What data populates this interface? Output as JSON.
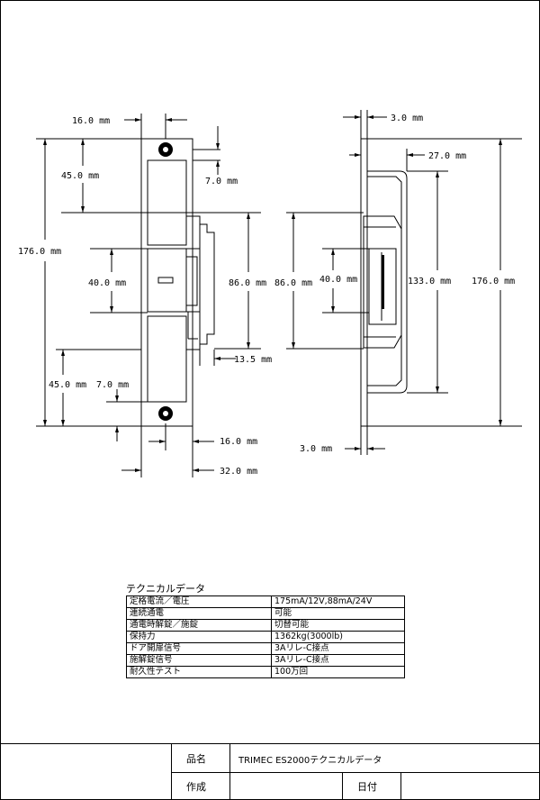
{
  "dimensions": {
    "front_width_16": "16.0 mm",
    "front_upper_45": "45.0 mm",
    "front_upper_7": "7.0 mm",
    "front_total_176": "176.0 mm",
    "front_middle_40": "40.0 mm",
    "front_86": "86.0 mm",
    "front_depth_13_5": "13.5 mm",
    "front_lower_45": "45.0 mm",
    "front_lower_7": "7.0 mm",
    "front_bottom_16": "16.0 mm",
    "front_bottom_32": "32.0 mm",
    "side_plate_3_top": "3.0 mm",
    "side_depth_27": "27.0 mm",
    "side_86": "86.0 mm",
    "side_40": "40.0 mm",
    "side_133": "133.0 mm",
    "side_total_176": "176.0 mm",
    "side_plate_3_bottom": "3.0 mm"
  },
  "technical_data": {
    "title": "テクニカルデータ",
    "rows": [
      {
        "label": "定格電流／電圧",
        "value": "175mA/12V,88mA/24V"
      },
      {
        "label": "連続通電",
        "value": "可能"
      },
      {
        "label": "通電時解錠／施錠",
        "value": "切替可能"
      },
      {
        "label": "保持力",
        "value": "1362kg(3000lb)"
      },
      {
        "label": "ドア開扉信号",
        "value": "3Aリレ-C接点"
      },
      {
        "label": "施解錠信号",
        "value": "3Aリレ-C接点"
      },
      {
        "label": "耐久性テスト",
        "value": "100万回"
      }
    ]
  },
  "title_block": {
    "name_label": "品名",
    "name_value": "TRIMEC ES2000テクニカルデータ",
    "author_label": "作成",
    "date_label": "日付"
  }
}
